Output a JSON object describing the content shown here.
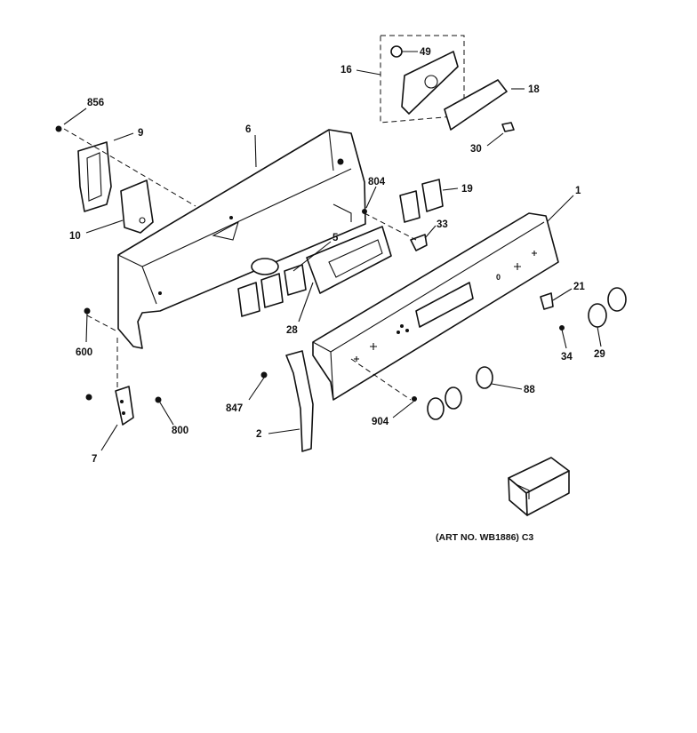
{
  "callouts": {
    "c856": "856",
    "c9": "9",
    "c10": "10",
    "c6": "6",
    "c16": "16",
    "c49": "49",
    "c18": "18",
    "c30": "30",
    "c804": "804",
    "c19": "19",
    "c1": "1",
    "c33": "33",
    "c5": "5",
    "c28": "28",
    "c21": "21",
    "c600": "600",
    "c34": "34",
    "c29": "29",
    "c88": "88",
    "c847": "847",
    "c904": "904",
    "c800": "800",
    "c2": "2",
    "c7": "7"
  },
  "art_number": "(ART NO. WB1886) C3"
}
